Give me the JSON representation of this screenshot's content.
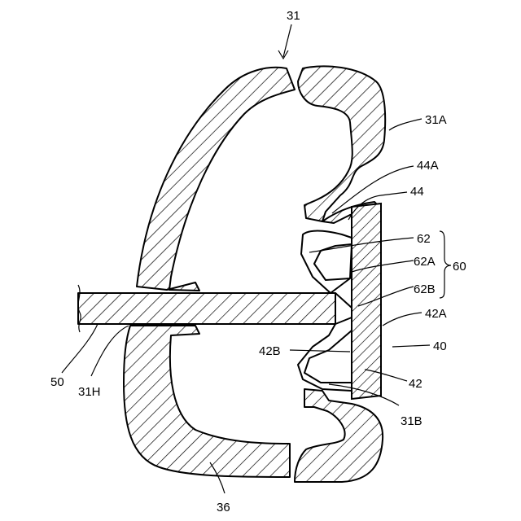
{
  "labels": {
    "l31": "31",
    "l31A": "31A",
    "l44A": "44A",
    "l44": "44",
    "l62": "62",
    "l62A": "62A",
    "l60": "60",
    "l62B": "62B",
    "l42A": "42A",
    "l40": "40",
    "l42B": "42B",
    "l42": "42",
    "l31B": "31B",
    "l50": "50",
    "l31H": "31H",
    "l36": "36"
  }
}
